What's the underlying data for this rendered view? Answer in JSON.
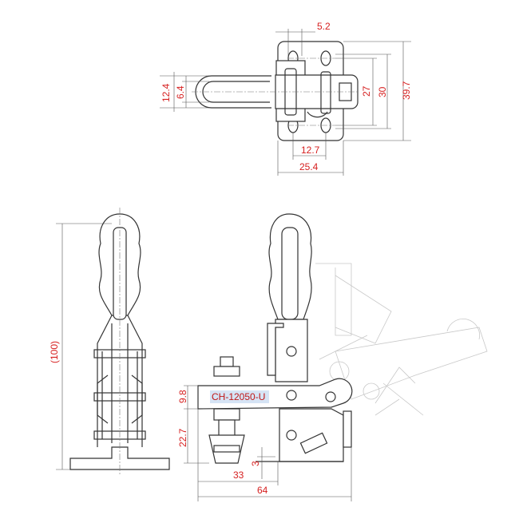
{
  "model_label": "CH-12050-U",
  "top_view": {
    "dims": {
      "pin_offset": "5.2",
      "handle_outer_width": "12.4",
      "handle_inner_width": "6.4",
      "hole_spacing_vertical": "27",
      "hole_span": "30",
      "base_length": "39.7",
      "hole_spacing_horizontal": "12.7",
      "base_width": "25.4"
    }
  },
  "side_view": {
    "dims": {
      "overall_height": "(100)"
    }
  },
  "front_view": {
    "dims": {
      "bar_height": "9.8",
      "spindle_height": "22.7",
      "base_thickness": "3",
      "spindle_reach": "33",
      "overall_length": "64"
    }
  },
  "colors": {
    "dimension_text": "#d62020",
    "outline": "#333333",
    "label_highlight": "#d6e4f5"
  }
}
